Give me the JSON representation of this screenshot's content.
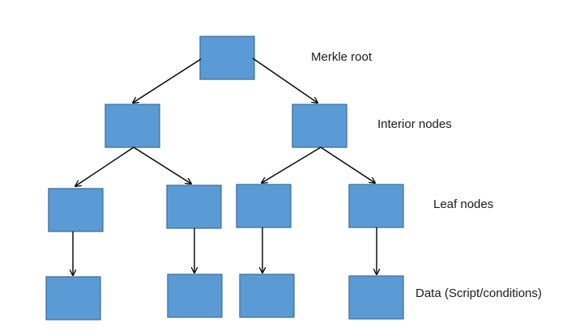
{
  "labels": {
    "root": "Merkle root",
    "interior": "Interior nodes",
    "leaf": "Leaf nodes",
    "data": "Data (Script/conditions)"
  },
  "colors": {
    "node_fill": "#5b9bd5",
    "node_stroke": "#41719c",
    "arrow": "#000000",
    "text": "#1a1a1a"
  }
}
